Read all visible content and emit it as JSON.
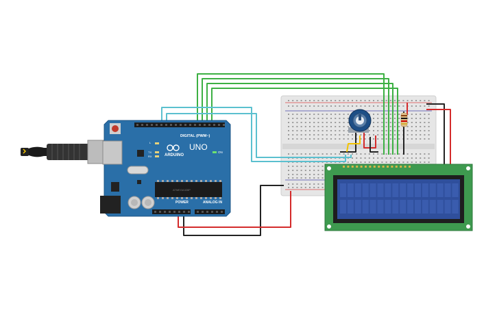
{
  "board": {
    "logo_text": "ARDUINO",
    "model_text": "UNO",
    "digital_label": "DIGITAL (PWM~)",
    "power_label": "POWER",
    "analog_label": "ANALOG IN",
    "on_label": "ON",
    "tx_label": "TX",
    "rx_label": "RX",
    "l_label": "L",
    "ic_label": "ATMEGA328P"
  },
  "colors": {
    "pcb": "#2a6fa8",
    "breadboard": "#e8e8e8",
    "lcd_pcb": "#3e9a4f",
    "lcd_screen": "#2f4f9c",
    "wire_green": "#3cb043",
    "wire_cyan": "#5bc0cf",
    "wire_black": "#222222",
    "wire_red": "#d42a2a",
    "wire_yellow": "#f2c300",
    "potentiometer": "#1d4e86"
  },
  "icons": [
    "usb-cable-icon",
    "reset-button-icon",
    "potentiometer-icon",
    "resistor-icon"
  ]
}
